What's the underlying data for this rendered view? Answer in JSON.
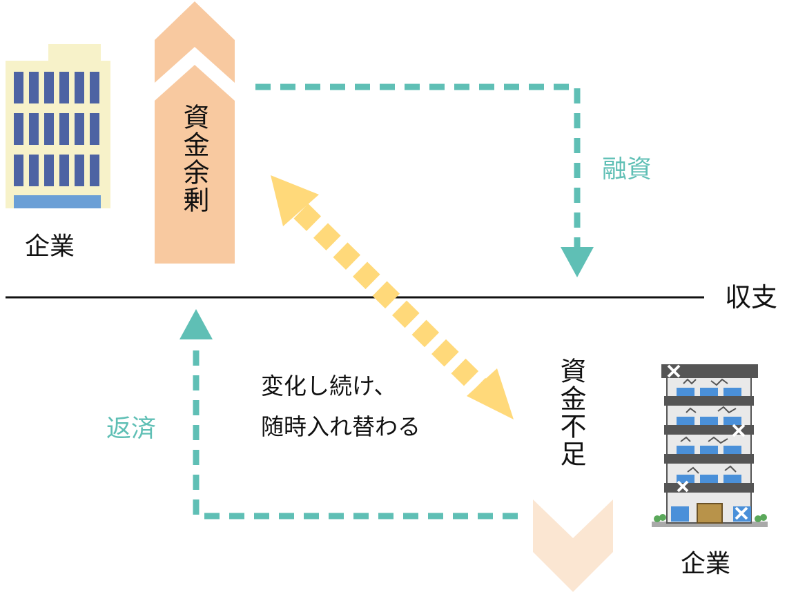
{
  "labels": {
    "company_top": "企業",
    "company_bottom": "企業",
    "surplus": "資金余剰",
    "shortage": "資金不足",
    "balance": "収支",
    "financing": "融資",
    "repayment": "返済",
    "change_line1": "変化し続け、",
    "change_line2": "随時入れ替わる"
  },
  "colors": {
    "surplus_arrow": "#f8c9a0",
    "shortage_arrow": "#fbe6d2",
    "dashed_teal": "#5fbfb5",
    "swap_arrow": "#ffd97a",
    "axis_line": "#111111"
  },
  "icons": {
    "healthy_building": "office-building-icon",
    "damaged_building": "damaged-building-icon"
  }
}
